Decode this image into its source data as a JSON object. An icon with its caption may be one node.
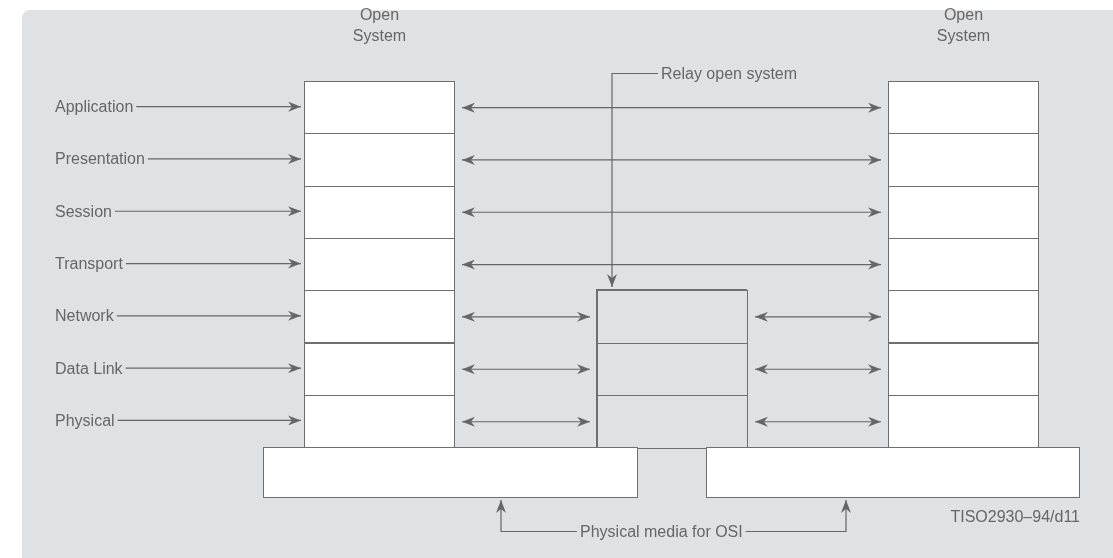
{
  "diagram": {
    "nodes": [
      {
        "text": [
          "Open System"
        ]
      },
      {
        "text": [],
        "shape": "box",
        "in": 0
      },
      {
        "text": [],
        "shape": "box",
        "in": 0
      },
      {
        "text": [],
        "shape": "box",
        "in": 0
      },
      {
        "text": [],
        "shape": "box",
        "in": 0
      },
      {
        "text": [],
        "shape": "box",
        "in": 0
      },
      {
        "text": [],
        "shape": "box",
        "in": 0
      },
      {
        "text": [],
        "shape": "box",
        "in": 0
      },
      {
        "text": [
          "Relay open system"
        ]
      },
      {
        "text": [
          "Open System"
        ]
      },
      {
        "text": [],
        "shape": "box",
        "in": 9
      },
      {
        "text": [],
        "shape": "box",
        "in": 9
      },
      {
        "text": [],
        "shape": "box",
        "in": 9
      },
      {
        "text": [],
        "shape": "box",
        "in": 9
      },
      {
        "text": [],
        "shape": "box",
        "in": 9
      },
      {
        "text": [],
        "shape": "box",
        "in": 9
      },
      {
        "text": [],
        "shape": "box",
        "in": 9
      },
      {
        "text": [
          "Application"
        ]
      },
      {
        "text": [
          "Presentation"
        ]
      },
      {
        "text": [
          "Session"
        ]
      },
      {
        "text": [
          "Transport"
        ]
      },
      {
        "text": [
          "Network"
        ]
      },
      {
        "text": [
          "Data Link"
        ]
      },
      {
        "text": [
          "Physical"
        ]
      },
      {
        "text": [],
        "shape": "box"
      },
      {
        "text": [],
        "shape": "box",
        "in": 24
      },
      {
        "text": [],
        "shape": "box",
        "in": 24
      },
      {
        "text": [],
        "shape": "box",
        "in": 24
      },
      {
        "text": [],
        "shape": "box"
      },
      {
        "text": [],
        "shape": "box"
      },
      {
        "text": [
          "Physical media for OSI"
        ]
      }
    ],
    "edges": [
      {
        "from": 17,
        "to": 1,
        "arrow": "to"
      },
      {
        "from": 18,
        "to": 2,
        "arrow": "to"
      },
      {
        "from": 19,
        "to": 3,
        "arrow": "to"
      },
      {
        "from": 20,
        "to": 4,
        "arrow": "to"
      },
      {
        "from": 21,
        "to": 5,
        "arrow": "to"
      },
      {
        "from": 22,
        "to": 6,
        "arrow": "to"
      },
      {
        "from": 23,
        "to": 7,
        "arrow": "to"
      },
      {
        "from": 1,
        "to": 10,
        "arrow": "both"
      },
      {
        "from": 2,
        "to": 11,
        "arrow": "both"
      },
      {
        "from": 3,
        "to": 12,
        "arrow": "both"
      },
      {
        "from": 4,
        "to": 13,
        "arrow": "both"
      },
      {
        "from": 5,
        "to": 25,
        "arrow": "both"
      },
      {
        "from": 25,
        "to": 14,
        "arrow": "both"
      },
      {
        "from": 6,
        "to": 26,
        "arrow": "both"
      },
      {
        "from": 26,
        "to": 15,
        "arrow": "both"
      },
      {
        "from": 7,
        "to": 27,
        "arrow": "both"
      },
      {
        "from": 27,
        "to": 16,
        "arrow": "both"
      },
      {
        "from": 8,
        "to": 24,
        "arrow": "to"
      },
      {
        "from": 30,
        "to": 28,
        "arrow": "to"
      },
      {
        "from": 30,
        "to": 29,
        "arrow": "to"
      }
    ],
    "labels": [
      "TISO2930–94/d11"
    ]
  }
}
